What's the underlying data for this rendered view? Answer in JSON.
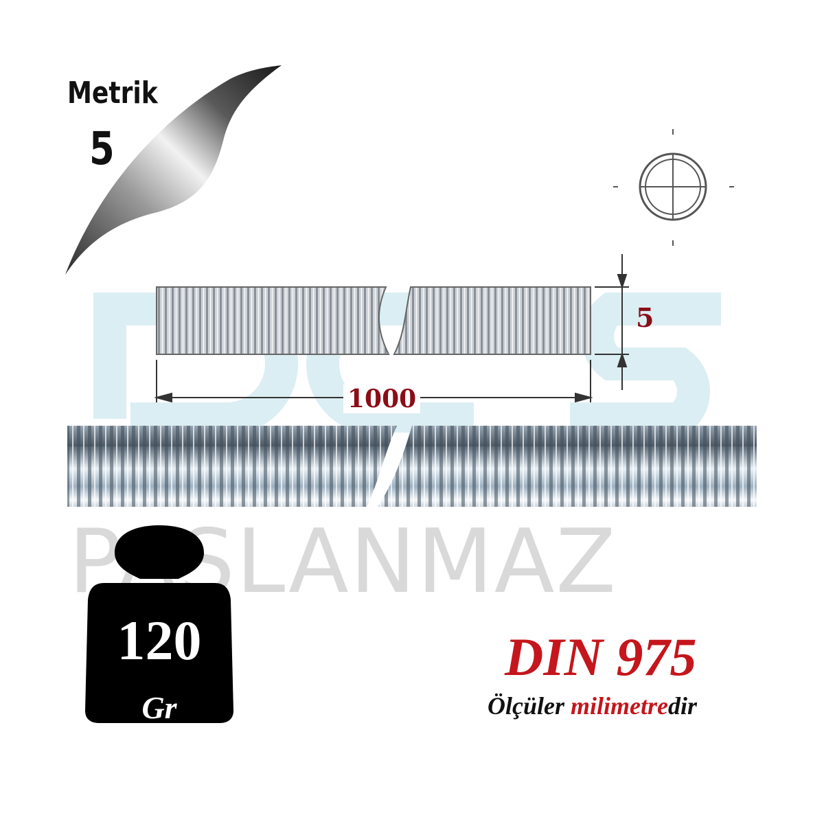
{
  "metric": {
    "label": "Metrik",
    "size": "5"
  },
  "dimensions": {
    "diameter": "5",
    "length": "1000"
  },
  "watermark": {
    "text": "PASLANMAZ"
  },
  "weight": {
    "value": "120",
    "unit": "Gr"
  },
  "standard": "DIN 975",
  "note": {
    "part1": "Ölçüler ",
    "highlight": "milimetre",
    "part2": "dir"
  },
  "colors": {
    "accent_red": "#c4161c",
    "dim_red": "#8b0d16",
    "watermark_blue": "#dbeef3",
    "watermark_gray": "#d9d9d9"
  },
  "icons": [
    "page-curl-icon",
    "cross-section-icon",
    "weight-icon"
  ]
}
